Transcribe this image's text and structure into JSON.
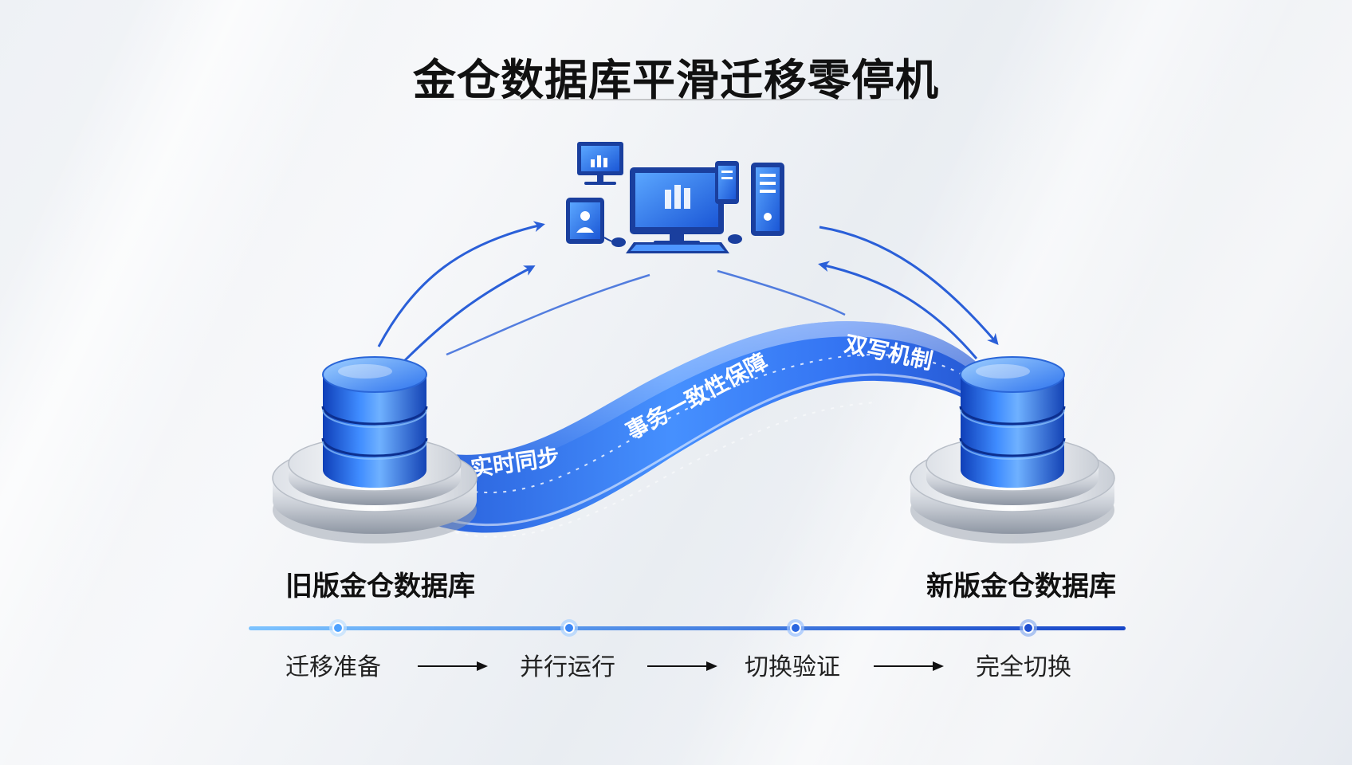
{
  "title": "金仓数据库平滑迁移零停机",
  "databases": {
    "old_label": "旧版金仓数据库",
    "new_label": "新版金仓数据库"
  },
  "flow_labels": {
    "sync": "实时同步",
    "consistency": "事务一致性保障",
    "dual_write": "双写机制"
  },
  "stages": [
    "迁移准备",
    "并行运行",
    "切换验证",
    "完全切换"
  ],
  "icons": [
    "monitor-icon",
    "tablet-user-icon",
    "desktop-computer-icon",
    "phone-icon",
    "server-tower-icon",
    "keyboard-icon",
    "mouse-icon",
    "database-icon"
  ],
  "colors": {
    "primary_blue": "#1f5fe0",
    "light_blue": "#4ea2ff",
    "timeline_start": "#7cc3ff",
    "timeline_end": "#1746c8"
  }
}
